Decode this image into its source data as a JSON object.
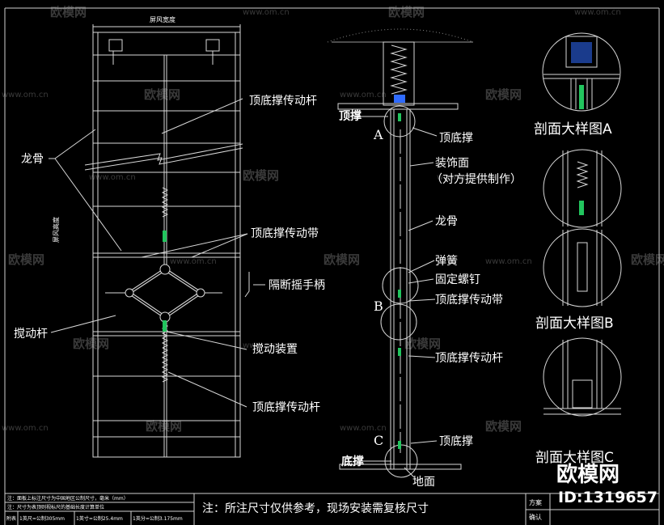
{
  "watermark": {
    "brand": "欧模网",
    "url": "www.om.cn"
  },
  "elevation": {
    "width_label": "屏风宽度",
    "height_label": "屏风高度",
    "callouts": {
      "rod_top": "顶底撑传动杆",
      "keel": "龙骨",
      "belt": "顶底撑传动带",
      "handle": "隔断摇手柄",
      "stir_rod": "搅动杆",
      "stir_device": "搅动装置",
      "rod_bottom": "顶底撑传动杆"
    }
  },
  "section": {
    "top_brace": "顶撑",
    "bottom_brace": "底撑",
    "floor": "地面",
    "letter_a": "A",
    "letter_b": "B",
    "letter_c": "C",
    "callouts": {
      "top_support": "顶底撑",
      "finish": "装饰面",
      "finish_note": "（对方提供制作）",
      "keel": "龙骨",
      "spring": "弹簧",
      "screw": "固定螺钉",
      "belt": "顶底撑传动带",
      "rod": "顶底撑传动杆",
      "bottom_support": "顶底撑"
    }
  },
  "details": {
    "a": "剖面大样图A",
    "b": "剖面大样图B",
    "c": "剖面大样图C"
  },
  "title_block": {
    "note1": "注：面板上标注尺寸为中国地区公制尺寸，毫米（mm）",
    "note2": "注：尺寸为表顶则视标尺的基础长度计算单位",
    "row3_a": "附表",
    "row3_b": "1英尺=公制305mm",
    "row3_c": "1英寸=公制25.4mm",
    "row3_d": "1英分=公制3.175mm",
    "main_note": "注：所注尺寸仅供参考，现场安装需复核尺寸",
    "scheme": "方案",
    "confirm": "确认"
  },
  "brand_overlay": {
    "name": "欧模网",
    "id": "ID:1319657"
  },
  "colors": {
    "line": "#d8d8d8",
    "accent_green": "#22c55e",
    "accent_blue": "#2f6bff",
    "bg": "#000000"
  }
}
